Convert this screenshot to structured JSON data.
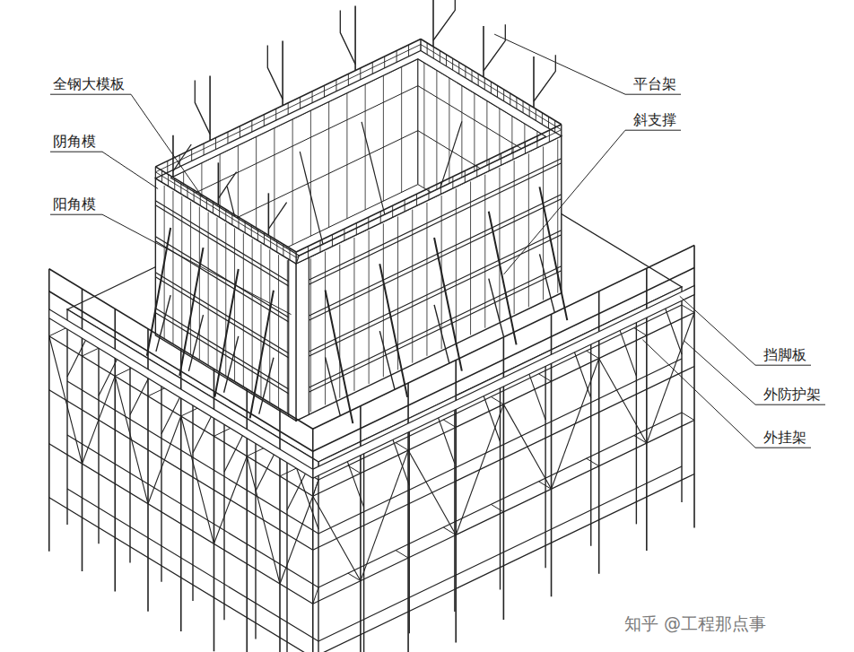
{
  "diagram": {
    "labels": [
      "全钢大模板",
      "阴角模",
      "阳角模",
      "平台架",
      "斜支撑",
      "挡脚板",
      "外防护架",
      "外挂架",
      "知乎 @工程那点事"
    ]
  }
}
